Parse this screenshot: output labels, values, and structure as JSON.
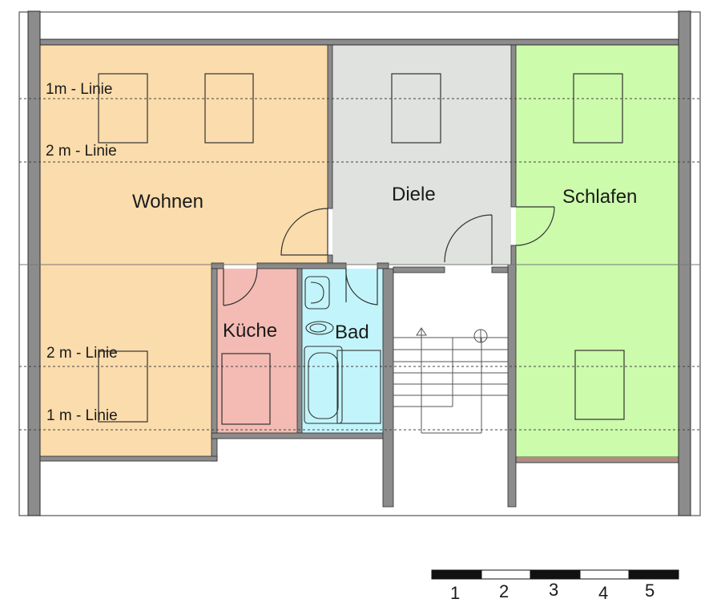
{
  "rooms": {
    "wohnen": {
      "label": "Wohnen",
      "color": "#fbdcac"
    },
    "diele": {
      "label": "Diele",
      "color": "#dfe2de"
    },
    "schlafen": {
      "label": "Schlafen",
      "color": "#ccfbab"
    },
    "kueche": {
      "label": "Küche",
      "color": "#f3bbb3"
    },
    "bad": {
      "label": "Bad",
      "color": "#c2f5fb"
    }
  },
  "height_lines": {
    "top_1m": "1m - Linie",
    "top_2m": "2 m - Linie",
    "bottom_2m": "2 m - Linie",
    "bottom_1m": "1 m - Linie"
  },
  "scale_bar": {
    "labels": [
      "1",
      "2",
      "3",
      "4",
      "5"
    ]
  },
  "colors": {
    "wall": "#8c8c8c",
    "outline": "#2b2b2b"
  }
}
